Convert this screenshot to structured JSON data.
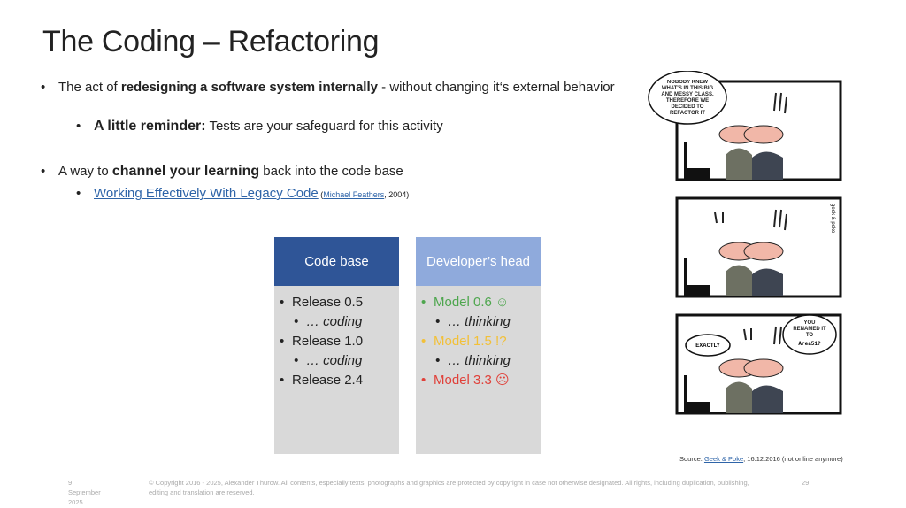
{
  "slide": {
    "title": "The Coding – Refactoring",
    "bullets": [
      {
        "pre": "The act of ",
        "bold": "redesigning a software system internally",
        "post": " - without changing it‘s external behavior",
        "sub": {
          "bold": "A little reminder:",
          "post": " Tests are your safeguard for this activity"
        }
      },
      {
        "pre": "A way to ",
        "bold": "channel your learning",
        "post": " back into the code base",
        "sub": {
          "link": "Working Effectively With Legacy Code",
          "paren_open": " (",
          "author": "Michael Feathers",
          "year": ", 2004)"
        }
      }
    ],
    "columns": {
      "code_base": {
        "header": "Code base",
        "color": "#2f5597",
        "items": [
          {
            "text": "Release 0.5",
            "level": 1
          },
          {
            "text": "… coding",
            "level": 2
          },
          {
            "text": "Release 1.0",
            "level": 1
          },
          {
            "text": "… coding",
            "level": 2
          },
          {
            "text": "Release 2.4",
            "level": 1
          }
        ]
      },
      "developer_head": {
        "header": "Developer’s head",
        "color": "#8faadc",
        "items": [
          {
            "text": "Model 0.6 ☺",
            "level": 1,
            "color": "#4ea64e"
          },
          {
            "text": "… thinking",
            "level": 2
          },
          {
            "text": "Model 1.5 !?",
            "level": 1,
            "color": "#f2c038"
          },
          {
            "text": "… thinking",
            "level": 2
          },
          {
            "text": "Model 3.3 ☹",
            "level": 1,
            "color": "#e0413a"
          }
        ]
      }
    },
    "comic": {
      "panel1_bubble": "NOBODY KNEW WHAT'S IN THIS BIG AND MESSY CLASS. THEREFORE WE DECIDED TO REFACTOR IT",
      "panel2_signature": "geek & poke",
      "panel3_bubble_left": "EXACTLY",
      "panel3_bubble_right_1": "YOU RENAMED IT TO",
      "panel3_bubble_right_2": "Area51?"
    },
    "source": {
      "prefix": "Source: ",
      "link": "Geek & Poke",
      "suffix": ", 16.12.2016 (not online anymore)"
    },
    "footer": {
      "date_day": "9",
      "date_month": "September",
      "date_year": "2025",
      "copyright": "© Copyright 2016 - 2025, Alexander Thurow. All contents, especially texts, photographs and graphics are protected by copyright in case not otherwise designated. All rights, including duplication, publishing, editing and translation are reserved.",
      "page_number": "29"
    }
  }
}
